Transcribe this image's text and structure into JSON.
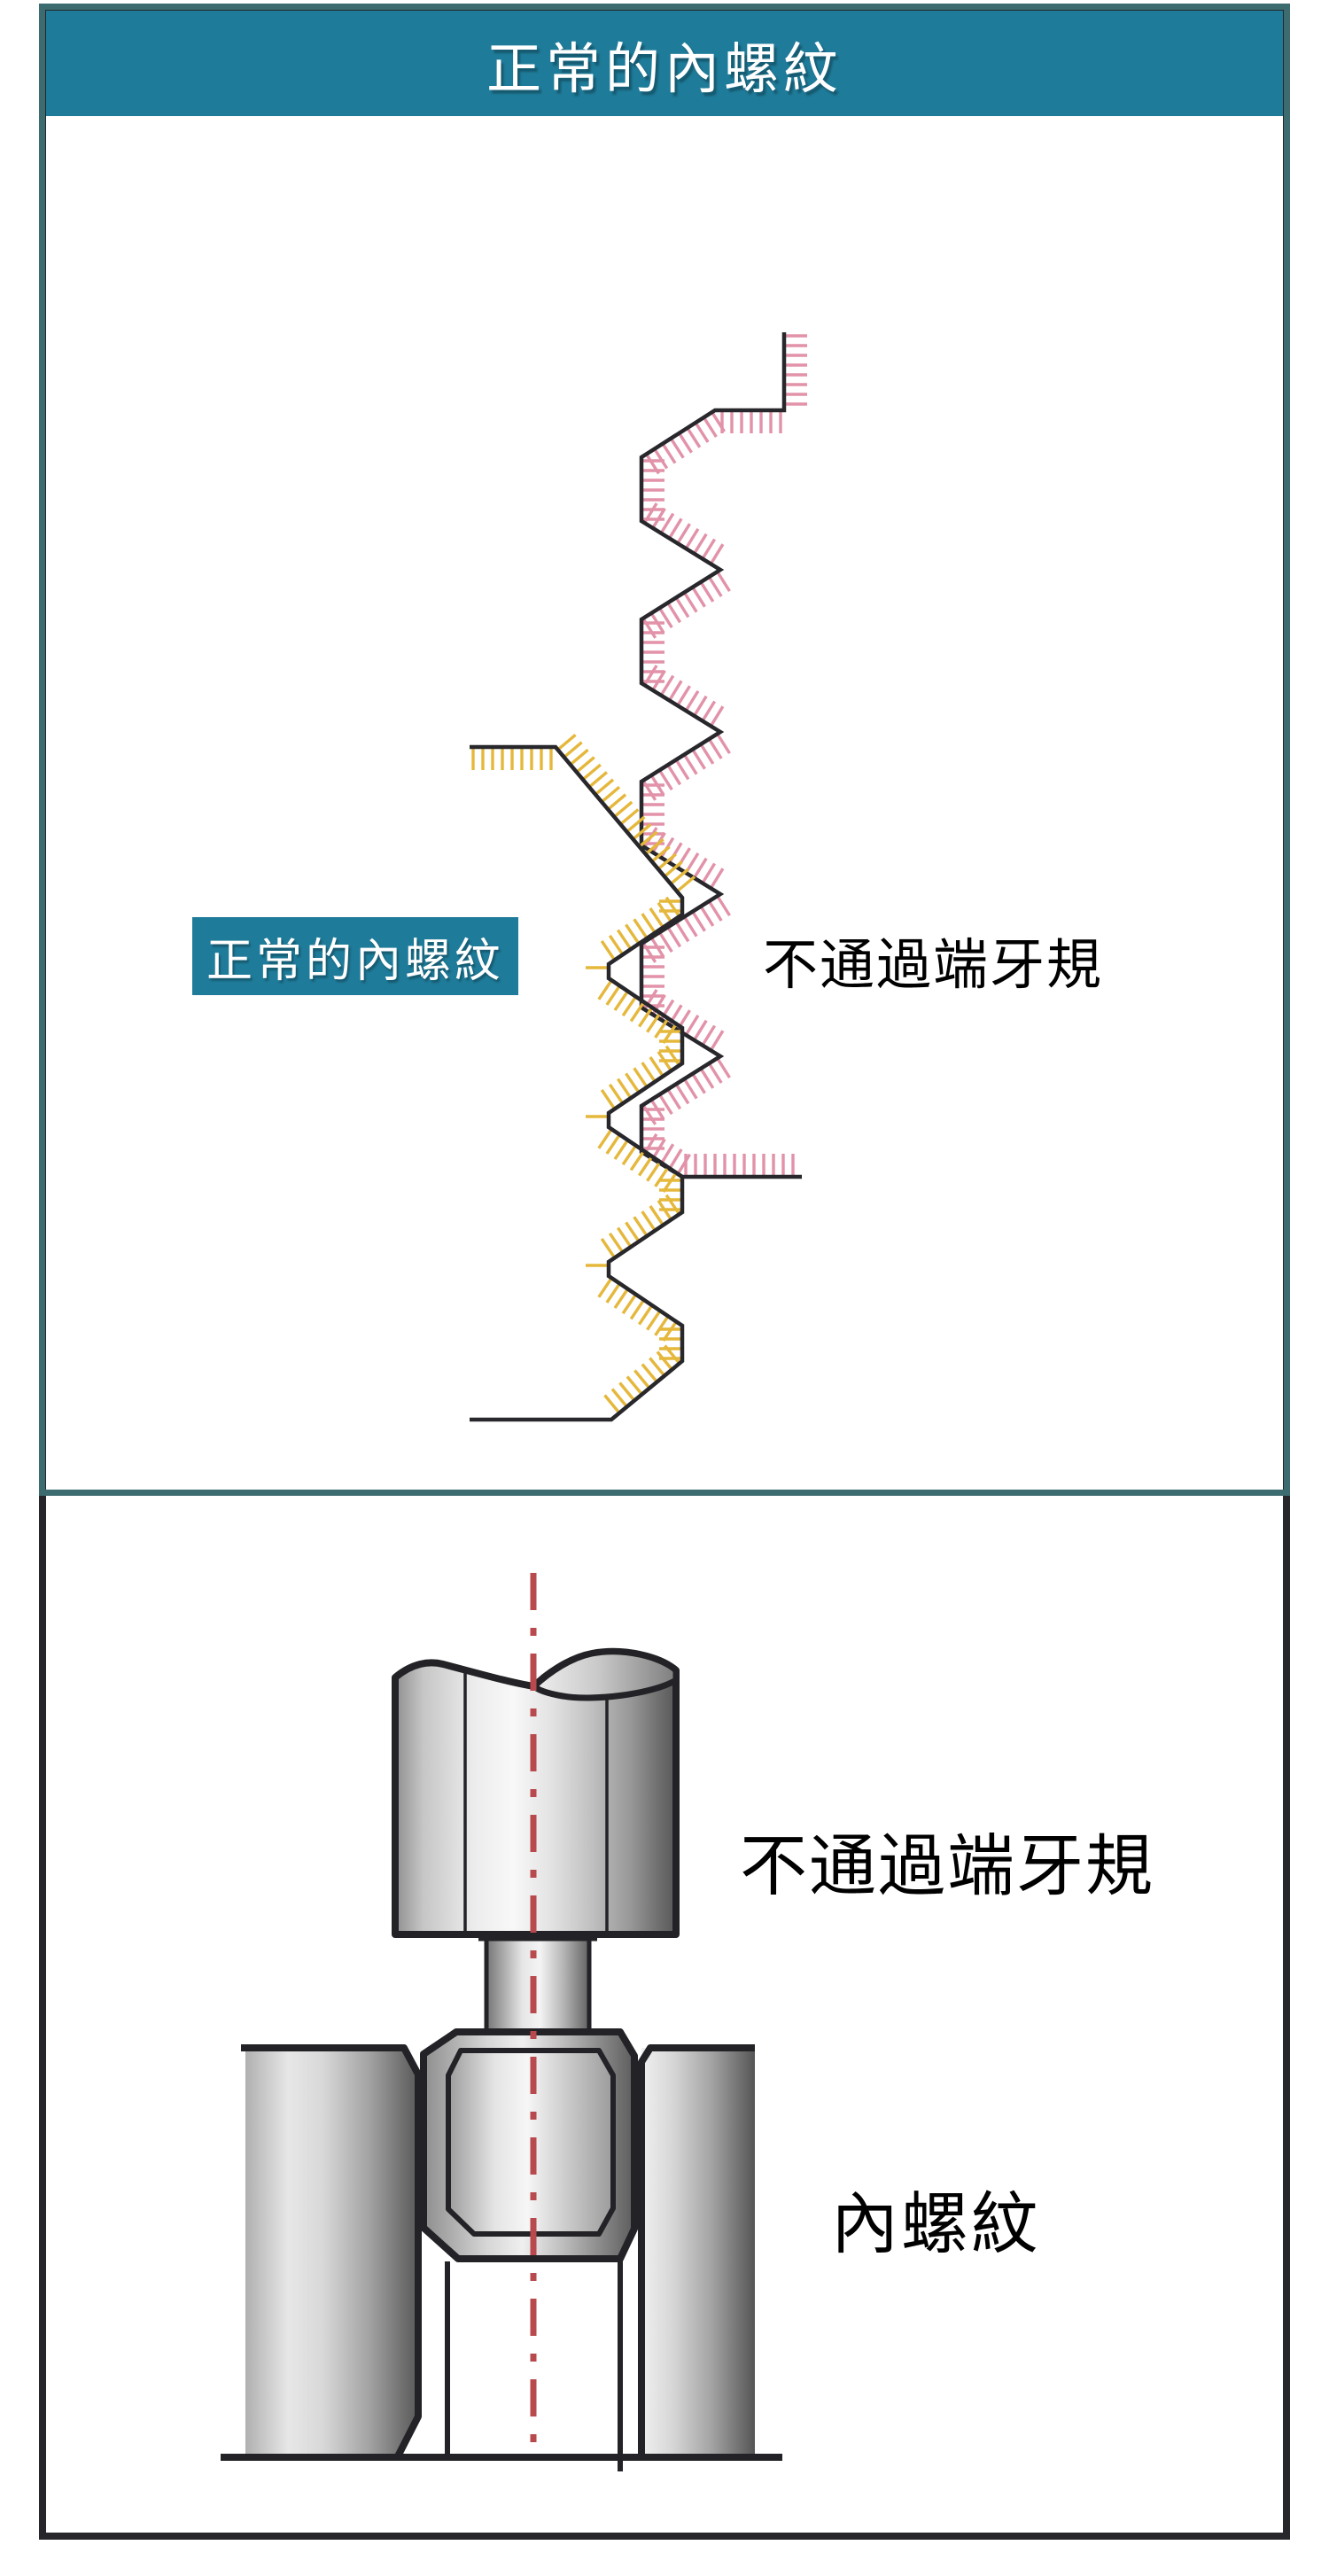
{
  "title_bar": {
    "text": "正常的內螺紋"
  },
  "panel_top": {
    "normal_thread_label": "正常的內螺紋",
    "gauge_label": "不通過端牙規"
  },
  "panel_bottom": {
    "gauge_label": "不通過端牙規",
    "internal_thread_label": "內螺紋"
  },
  "colors": {
    "teal": "#1E7B99",
    "panel_border_teal": "#3C6C70",
    "frame_black": "#26262B",
    "outline": "#28282C",
    "pink_hatch": "#E292A9",
    "yellow_hatch": "#E5B83C",
    "centerline_red": "#B84A4E"
  },
  "diagram": {
    "hatch": {
      "length": 26,
      "spacing": 11,
      "stroke_width": 3.4,
      "outline_width": 4.5
    },
    "profiles": [
      {
        "name": "no-go-gauge-thread-profile",
        "color_key": "pink_hatch",
        "points": [
          [
            885,
            375
          ],
          [
            885,
            463
          ],
          [
            807,
            463
          ],
          [
            724,
            516
          ],
          [
            724,
            588
          ],
          [
            813,
            643
          ],
          [
            724,
            699
          ],
          [
            724,
            771
          ],
          [
            813,
            826
          ],
          [
            724,
            882
          ],
          [
            724,
            954
          ],
          [
            813,
            1009
          ],
          [
            724,
            1065
          ],
          [
            724,
            1137
          ],
          [
            813,
            1192
          ],
          [
            724,
            1248
          ],
          [
            724,
            1300
          ],
          [
            770,
            1328
          ],
          [
            905,
            1328
          ]
        ],
        "hatch_sides": [
          1,
          1,
          1,
          1,
          1,
          1,
          1,
          1,
          1,
          1,
          1,
          1,
          1,
          1,
          1,
          1,
          1,
          1
        ]
      },
      {
        "name": "normal-internal-thread-profile",
        "color_key": "yellow_hatch",
        "points": [
          [
            530,
            843
          ],
          [
            627,
            843
          ],
          [
            770,
            1013
          ],
          [
            770,
            1032
          ],
          [
            687,
            1088
          ],
          [
            687,
            1104
          ],
          [
            770,
            1160
          ],
          [
            770,
            1200
          ],
          [
            687,
            1256
          ],
          [
            687,
            1272
          ],
          [
            770,
            1328
          ],
          [
            770,
            1368
          ],
          [
            687,
            1424
          ],
          [
            687,
            1440
          ],
          [
            770,
            1496
          ],
          [
            770,
            1536
          ],
          [
            690,
            1602
          ],
          [
            530,
            1602
          ]
        ],
        "hatch_sides": [
          -1,
          1,
          -1,
          -1,
          -1,
          -1,
          -1,
          -1,
          -1,
          -1,
          -1,
          -1,
          -1,
          -1,
          -1,
          -1,
          0
        ]
      }
    ]
  }
}
